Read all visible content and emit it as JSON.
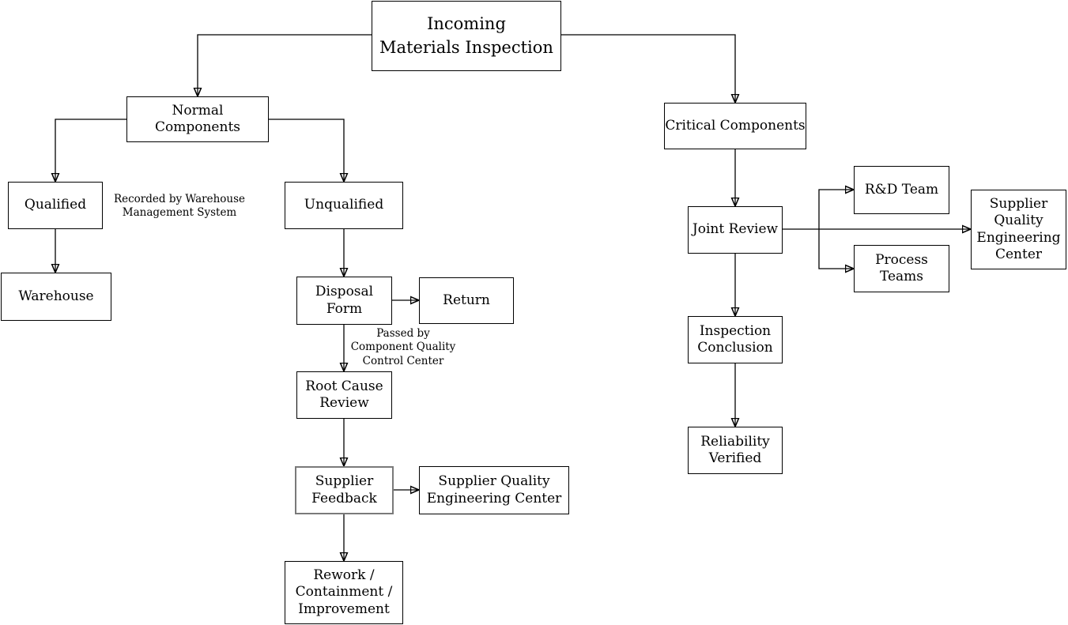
{
  "diagram": {
    "background_color": "#ffffff",
    "line_color": "#000000",
    "text_color": "#000000",
    "highlight_border_color": "#7a7a7a",
    "nodes": {
      "title": {
        "label": "Incoming\nMaterials Inspection"
      },
      "normal": {
        "label": "Normal Components"
      },
      "critical": {
        "label": "Critical Components"
      },
      "qualified": {
        "label": "Qualified"
      },
      "unqualified": {
        "label": "Unqualified"
      },
      "warehouse": {
        "label": "Warehouse"
      },
      "disposal": {
        "label": "Disposal\nForm"
      },
      "return": {
        "label": "Return"
      },
      "root_cause": {
        "label": "Root Cause\nReview"
      },
      "supplier_feedback": {
        "label": "Supplier\nFeedback"
      },
      "sqec_left": {
        "label": "Supplier Quality\nEngineering Center"
      },
      "rework": {
        "label": "Rework /\nContainment /\nImprovement"
      },
      "joint_review": {
        "label": "Joint Review"
      },
      "rd_team": {
        "label": "R&D Team"
      },
      "process_teams": {
        "label": "Process\nTeams"
      },
      "sqec_right": {
        "label": "Supplier\nQuality\nEngineering\nCenter"
      },
      "inspection_conclusion": {
        "label": "Inspection\nConclusion"
      },
      "reliability_verified": {
        "label": "Reliability\nVerified"
      }
    },
    "edge_labels": {
      "recorded_by": "Recorded by Warehouse\nManagement System",
      "passed_by": "Passed by\nComponent Quality\nControl Center"
    }
  }
}
